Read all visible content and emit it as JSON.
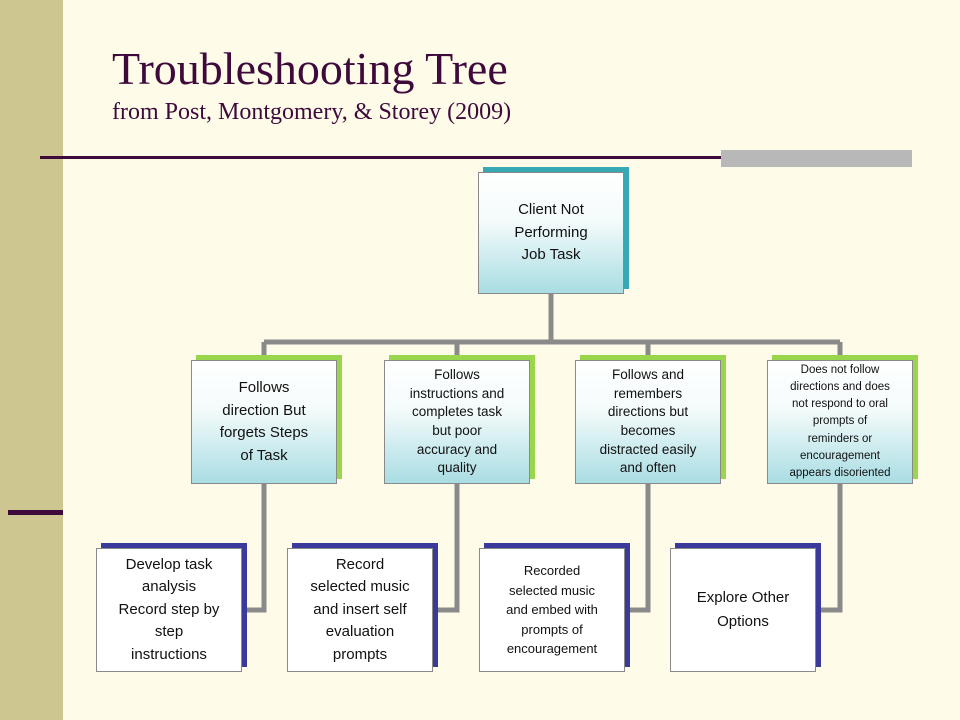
{
  "slide": {
    "title": "Troubleshooting Tree",
    "subtitle": "from Post, Montgomery, & Storey (2009)"
  },
  "tree": {
    "root": {
      "label": "Client Not\nPerforming\nJob Task"
    },
    "branches": [
      {
        "label": "Follows\ndirection But\nforgets Steps\nof Task",
        "child": "Develop task\nanalysis\nRecord step by\nstep\ninstructions"
      },
      {
        "label": "Follows\ninstructions and\ncompletes task\nbut poor\naccuracy and\nquality",
        "child": "Record\nselected music\nand insert self\nevaluation\nprompts"
      },
      {
        "label": "Follows and\nremembers\ndirections but\nbecomes\ndistracted easily\nand often",
        "child": "Recorded\nselected music\nand embed with\nprompts of\nencouragement"
      },
      {
        "label": "Does not follow\ndirections and does\nnot respond to oral\nprompts of\nreminders or\nencouragement\nappears disoriented",
        "child": "Explore Other\nOptions"
      }
    ]
  },
  "colors": {
    "title": "#3e0a3c",
    "sidebar": "#cdc690",
    "background": "#fefce8",
    "root_accent": "#36a9b5",
    "level1_accent": "#9ad64b",
    "level2_accent": "#3a3a9c",
    "connector": "#8a8a8a"
  }
}
